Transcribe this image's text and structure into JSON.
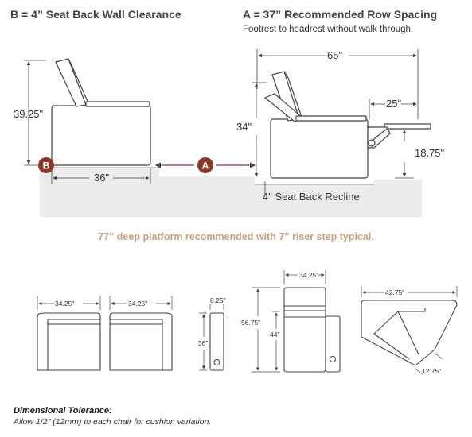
{
  "headings": {
    "seat_back_clearance": "B = 4” Seat Back Wall Clearance",
    "row_spacing": "A = 37” Recommended Row Spacing",
    "row_spacing_note": "Footrest to headrest without walk through."
  },
  "side_view_labels": {
    "height_upright": "39.25\"",
    "depth_upright": "36\"",
    "overall_reclined": "65\"",
    "footrest_extension": "25\"",
    "height_reclined": "34\"",
    "footrest_height": "18.75\"",
    "recline_clearance": "4\" Seat Back Recline",
    "marker_a": "A",
    "marker_b": "B"
  },
  "platform_note": "77” deep platform recommended with 7” riser step typical.",
  "plan_view_labels": {
    "chair_left_width": "34.25\"",
    "chair_right_width": "34.25\"",
    "console_width": "8.25\"",
    "console_depth": "36\"",
    "recliner_width": "34.25\"",
    "recliner_overall": "56.75\"",
    "recliner_seat": "44\"",
    "wedge_width": "42.75\"",
    "wedge_small": "12.75\""
  },
  "tolerance": {
    "title": "Dimensional Tolerance:",
    "body": "Allow 1/2\" (12mm) to each chair for cushion variation."
  },
  "colors": {
    "floor_shadow": "#ececec",
    "marker_fill": "#8a3a2a",
    "platform_text": "#c4a57f",
    "line": "#444444"
  }
}
